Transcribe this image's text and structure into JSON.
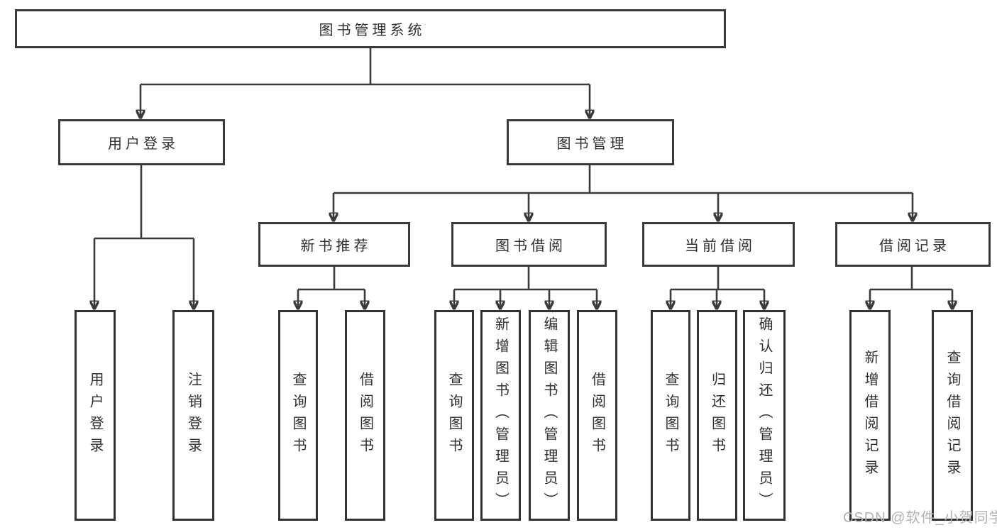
{
  "diagram": {
    "root": {
      "label": "图书管理系统"
    },
    "level2": {
      "user_login": {
        "label": "用户登录"
      },
      "book_management": {
        "label": "图书管理"
      }
    },
    "level3": {
      "new_book_recommend": {
        "label": "新书推荐"
      },
      "book_borrowing": {
        "label": "图书借阅"
      },
      "current_borrowing": {
        "label": "当前借阅"
      },
      "borrowing_records": {
        "label": "借阅记录"
      }
    },
    "leaves": {
      "login_user_login": {
        "label": "用户登录"
      },
      "login_logout": {
        "label": "注销登录"
      },
      "recommend_query_books": {
        "label": "查询图书"
      },
      "recommend_borrow_books": {
        "label": "借阅图书"
      },
      "borrowing_query_books": {
        "label": "查询图书"
      },
      "borrowing_add_books": {
        "label": "新增图书（管理员）"
      },
      "borrowing_edit_books": {
        "label": "编辑图书（管理员）"
      },
      "borrowing_borrow_books": {
        "label": "借阅图书"
      },
      "current_query_books": {
        "label": "查询图书"
      },
      "current_return_books": {
        "label": "归还图书"
      },
      "current_confirm_return": {
        "label": "确认归还（管理员）"
      },
      "records_add_record": {
        "label": "新增借阅记录"
      },
      "records_query_record": {
        "label": "查询借阅记录"
      }
    }
  },
  "watermark": {
    "text": "CSDN @软件_小贺同学"
  },
  "colors": {
    "line": "#3a3a3a",
    "text": "#2f2f2f",
    "box_background": "#ffffff",
    "watermark": "#b3b3b3"
  }
}
